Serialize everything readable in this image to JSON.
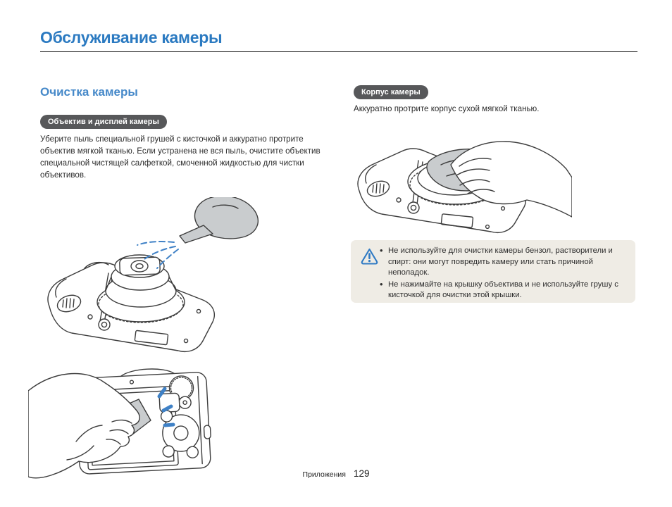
{
  "title": "Обслуживание камеры",
  "left_column": {
    "section_heading": "Очистка камеры",
    "lens_display": {
      "badge_label": "Объектив и дисплей камеры",
      "paragraph": "Уберите пыль специальной грушей с кисточкой и аккуратно протрите объектив мягкой тканью. Если устранена не вся пыль, очистите объектив специальной чистящей салфеткой, смоченной жидкостью для чистки объективов."
    },
    "illustrations": [
      {
        "name": "blower-cleaning-lens-illustration"
      },
      {
        "name": "cloth-wiping-display-illustration"
      }
    ]
  },
  "right_column": {
    "camera_body": {
      "badge_label": "Корпус камеры",
      "paragraph": "Аккуратно протрите корпус сухой мягкой тканью."
    },
    "illustration": {
      "name": "cloth-wiping-body-illustration"
    },
    "warning": {
      "icon": "warning-triangle-icon",
      "items": [
        "Не используйте для очистки камеры бензол, растворители и спирт: они могут повредить камеру или стать причиной неполадок.",
        "Не нажимайте на крышку объектива и не используйте грушу с кисточкой для очистки этой крышки."
      ]
    }
  },
  "footer": {
    "section_label": "Приложения",
    "page_number": "129"
  },
  "colors": {
    "title_blue": "#2b7ac1",
    "heading_blue": "#4689c9",
    "badge_gray": "#57585a",
    "warning_bg": "#efece5",
    "warning_icon_blue": "#2f7ac4",
    "sparkle_blue": "#3f81c6",
    "line_art": "#3c3c3c",
    "cloth_gray": "#c9ccce"
  }
}
